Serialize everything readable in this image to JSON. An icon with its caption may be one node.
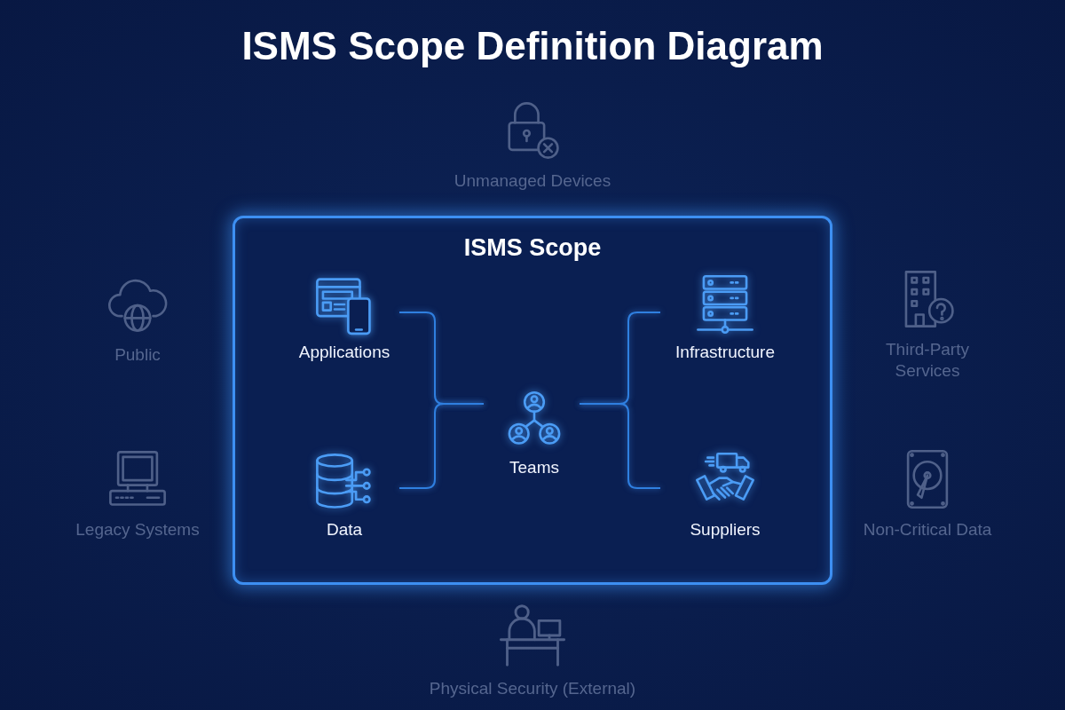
{
  "diagram": {
    "title": "ISMS Scope Definition Diagram",
    "nodes": [
      {
        "text": [
          "ISMS Scope"
        ]
      },
      {
        "text": [
          "Applications"
        ],
        "in": 0
      },
      {
        "text": [
          "Infrastructure"
        ],
        "in": 0
      },
      {
        "text": [
          "Teams"
        ],
        "in": 0
      },
      {
        "text": [
          "Data"
        ],
        "in": 0
      },
      {
        "text": [
          "Suppliers"
        ],
        "in": 0
      }
    ],
    "edges": [
      {
        "from": 1,
        "to": 3,
        "arrow": "none"
      },
      {
        "from": 4,
        "to": 3,
        "arrow": "none"
      },
      {
        "from": 3,
        "to": 2,
        "arrow": "none"
      },
      {
        "from": 3,
        "to": 5,
        "arrow": "none"
      }
    ],
    "labels": [
      "Unmanaged Devices",
      "Public",
      "Third-Party Services",
      "Legacy Systems",
      "Non-Critical Data",
      "Physical Security (External)"
    ]
  }
}
